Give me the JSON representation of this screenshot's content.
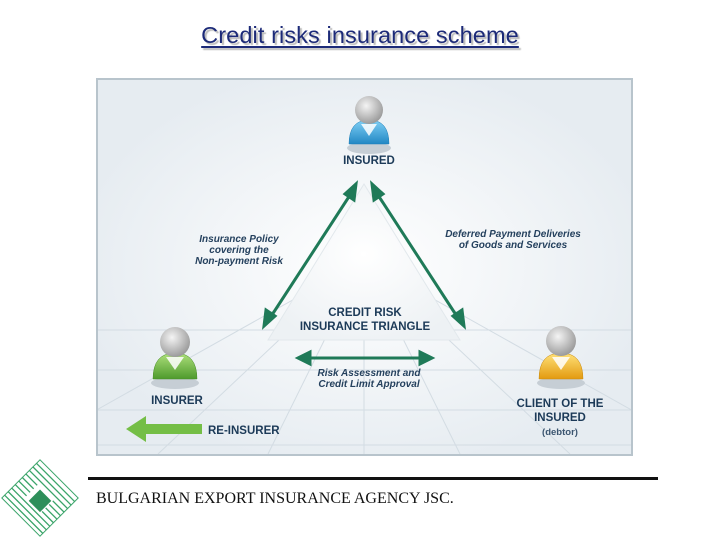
{
  "title": "Credit risks insurance scheme",
  "diagram": {
    "nodes": {
      "insured": "INSURED",
      "insurer": "INSURER",
      "client_line1": "CLIENT OF THE",
      "client_line2": "INSURED",
      "client_sub": "(debtor)",
      "reinsurer": "RE-INSURER"
    },
    "center": {
      "line1": "CREDIT RISK",
      "line2": "INSURANCE TRIANGLE"
    },
    "edges": {
      "left": [
        "Insurance Policy",
        "covering the",
        "Non-payment Risk"
      ],
      "right": [
        "Deferred Payment Deliveries",
        "of Goods and Services"
      ],
      "bottom": [
        "Risk Assessment and",
        "Credit Limit Approval"
      ]
    },
    "colors": {
      "insured": "#3fa7dc",
      "insurer": "#74be46",
      "client": "#f0b21c",
      "arrow": "#1f7a58",
      "title": "#1c2a78"
    }
  },
  "footer": {
    "company": "BULGARIAN EXPORT INSURANCE AGENCY JSC."
  },
  "icons": [
    "person-icon",
    "triangle-arrows",
    "left-arrow-icon",
    "company-logo"
  ]
}
